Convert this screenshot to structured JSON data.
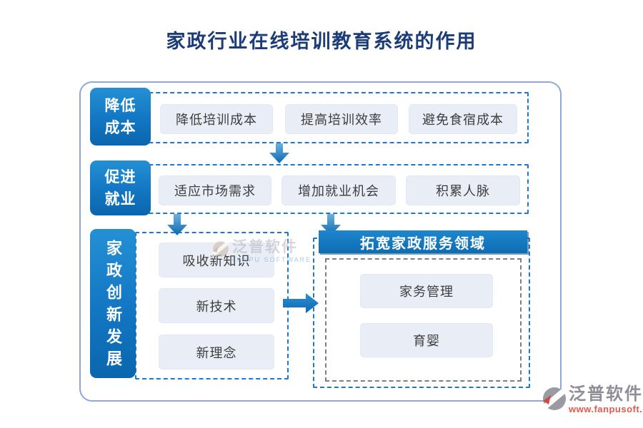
{
  "title": "家政行业在线培训教育系统的作用",
  "rows": [
    {
      "label": "降低\n成本",
      "items": [
        "降低培训成本",
        "提高培训效率",
        "避免食宿成本"
      ]
    },
    {
      "label": "促进\n就业",
      "items": [
        "适应市场需求",
        "增加就业机会",
        "积累人脉"
      ]
    }
  ],
  "innovation": {
    "label": "家政创新发展",
    "items": [
      "吸收新知识",
      "新技术",
      "新理念"
    ]
  },
  "expansion": {
    "header": "拓宽家政服务领域",
    "items": [
      "家务管理",
      "育婴"
    ]
  },
  "watermark": {
    "brand": "泛普软件",
    "sub": "FANPU SOFTWARE"
  },
  "logo": {
    "brand": "泛普软件",
    "url": "www.fanpusoft.com"
  },
  "colors": {
    "title_navy": "#1c3c78",
    "box_blue_top": "#2490d4",
    "box_blue_bottom": "#0a66ae",
    "dashed_blue": "#1b79d2",
    "header_blue": "#1176c0",
    "light_pill": "#e9edf6",
    "frame_border": "#8fa8d8",
    "gray_dashed": "#7f7f7f",
    "logo_gray": "#8e8e96",
    "logo_red": "#e4584d"
  }
}
